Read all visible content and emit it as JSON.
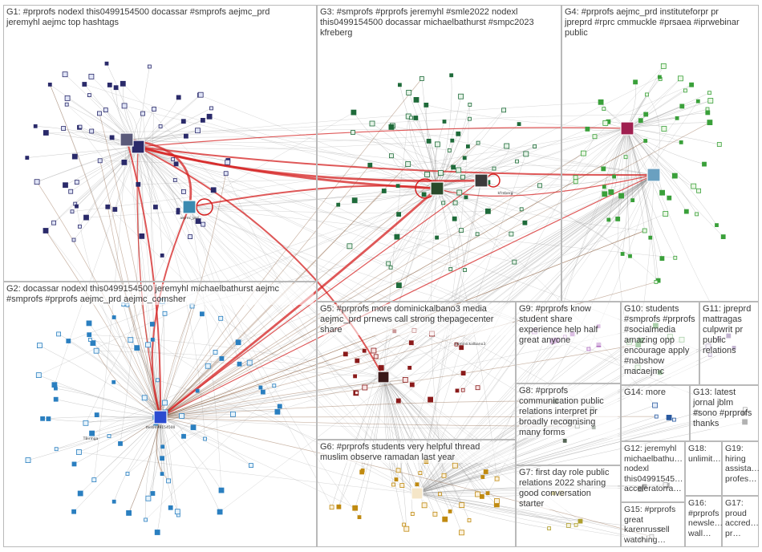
{
  "groups": [
    {
      "id": "G1",
      "label": "G1: #prprofs nodexl this0499154500 docassar #smprofs aejmc_prd\njeremyhl aejmc top hashtags",
      "color": "#2a2a6a"
    },
    {
      "id": "G2",
      "label": "G2: docassar nodexl this0499154500 jeremyhl michaelbathurst aejmc\n#smprofs #prprofs aejmc_prd aejmc_comsher",
      "color": "#2a7fc0"
    },
    {
      "id": "G3",
      "label": "G3: #smprofs #prprofs jeremyhl #smle2022 nodexl\nthis0499154500 docassar michaelbathurst #smpc2023\nkfreberg",
      "color": "#1f6b3a"
    },
    {
      "id": "G4",
      "label": "G4: #prprofs aejmc_prd instituteforpr pr\njpreprd #rprc cmmuckle #prsaea #iprwebinar\npublic",
      "color": "#3aa03a"
    },
    {
      "id": "G5",
      "label": "G5: #prprofs more dominickalbano3 media\naejmc_prd prnews call strong thepagecenter\nshare",
      "color": "#8a1a1a"
    },
    {
      "id": "G6",
      "label": "G6: #prprofs students very helpful thread\nmuslim observe ramadan last year",
      "color": "#c08a10"
    },
    {
      "id": "G7",
      "label": "G7: first day role public\nrelations 2022 sharing\ngood conversation\nstarter",
      "color": "#b0a030"
    },
    {
      "id": "G8",
      "label": "G8: #prprofs\ncommunication public\nrelations interpret pr\nbroadly recognising\nmany forms",
      "color": "#556655"
    },
    {
      "id": "G9",
      "label": "G9: #prprofs know\nstudent share\nexperience help half\ngreat anyone",
      "color": "#b070c0"
    },
    {
      "id": "G10",
      "label": "G10: students\n#smprofs #prprofs\n#socialmedia\namazing opp\nencourage apply\n#nabshow\nmacaejmc",
      "color": "#4a9a4a"
    },
    {
      "id": "G11",
      "label": "G11: jpreprd\nmattragas\nculpwrit pr\npublic\nrelations",
      "color": "#7a5a9a"
    },
    {
      "id": "G12",
      "label": "G12: jeremyhl\nmichaelbathu…\nnodexl\nthis04991545…\nacceleratorra…",
      "color": "#555555"
    },
    {
      "id": "G13",
      "label": "G13: latest\njornal jblm\n#sono #prprofs\nthanks",
      "color": "#555555"
    },
    {
      "id": "G14",
      "label": "G14: more",
      "color": "#2a5aa0"
    },
    {
      "id": "G15",
      "label": "G15: #prprofs\ngreat\nkarenrussell\nwatching…",
      "color": "#555555"
    },
    {
      "id": "G16",
      "label": "G16:\n#prprofs\nnewsle…\nwall…",
      "color": "#555555"
    },
    {
      "id": "G17",
      "label": "G17:\nproud\naccred…\npr…",
      "color": "#555555"
    },
    {
      "id": "G18",
      "label": "G18:\nunlimit…",
      "color": "#555555"
    },
    {
      "id": "G19",
      "label": "G19:\nhiring\nassista…\nprofes…",
      "color": "#555555"
    }
  ],
  "colors": {
    "edge_gray": "#8a8a8a",
    "edge_red": "#d42020",
    "edge_brown": "#8a5a3a"
  },
  "node_labels": {
    "hub_g2": "this0499154500",
    "g2_node_a": "TBiringa",
    "g5_node_a": "dominickalbano3",
    "g3_node_a": "kfreberg",
    "g1_node_a": "aejmc_prd"
  }
}
